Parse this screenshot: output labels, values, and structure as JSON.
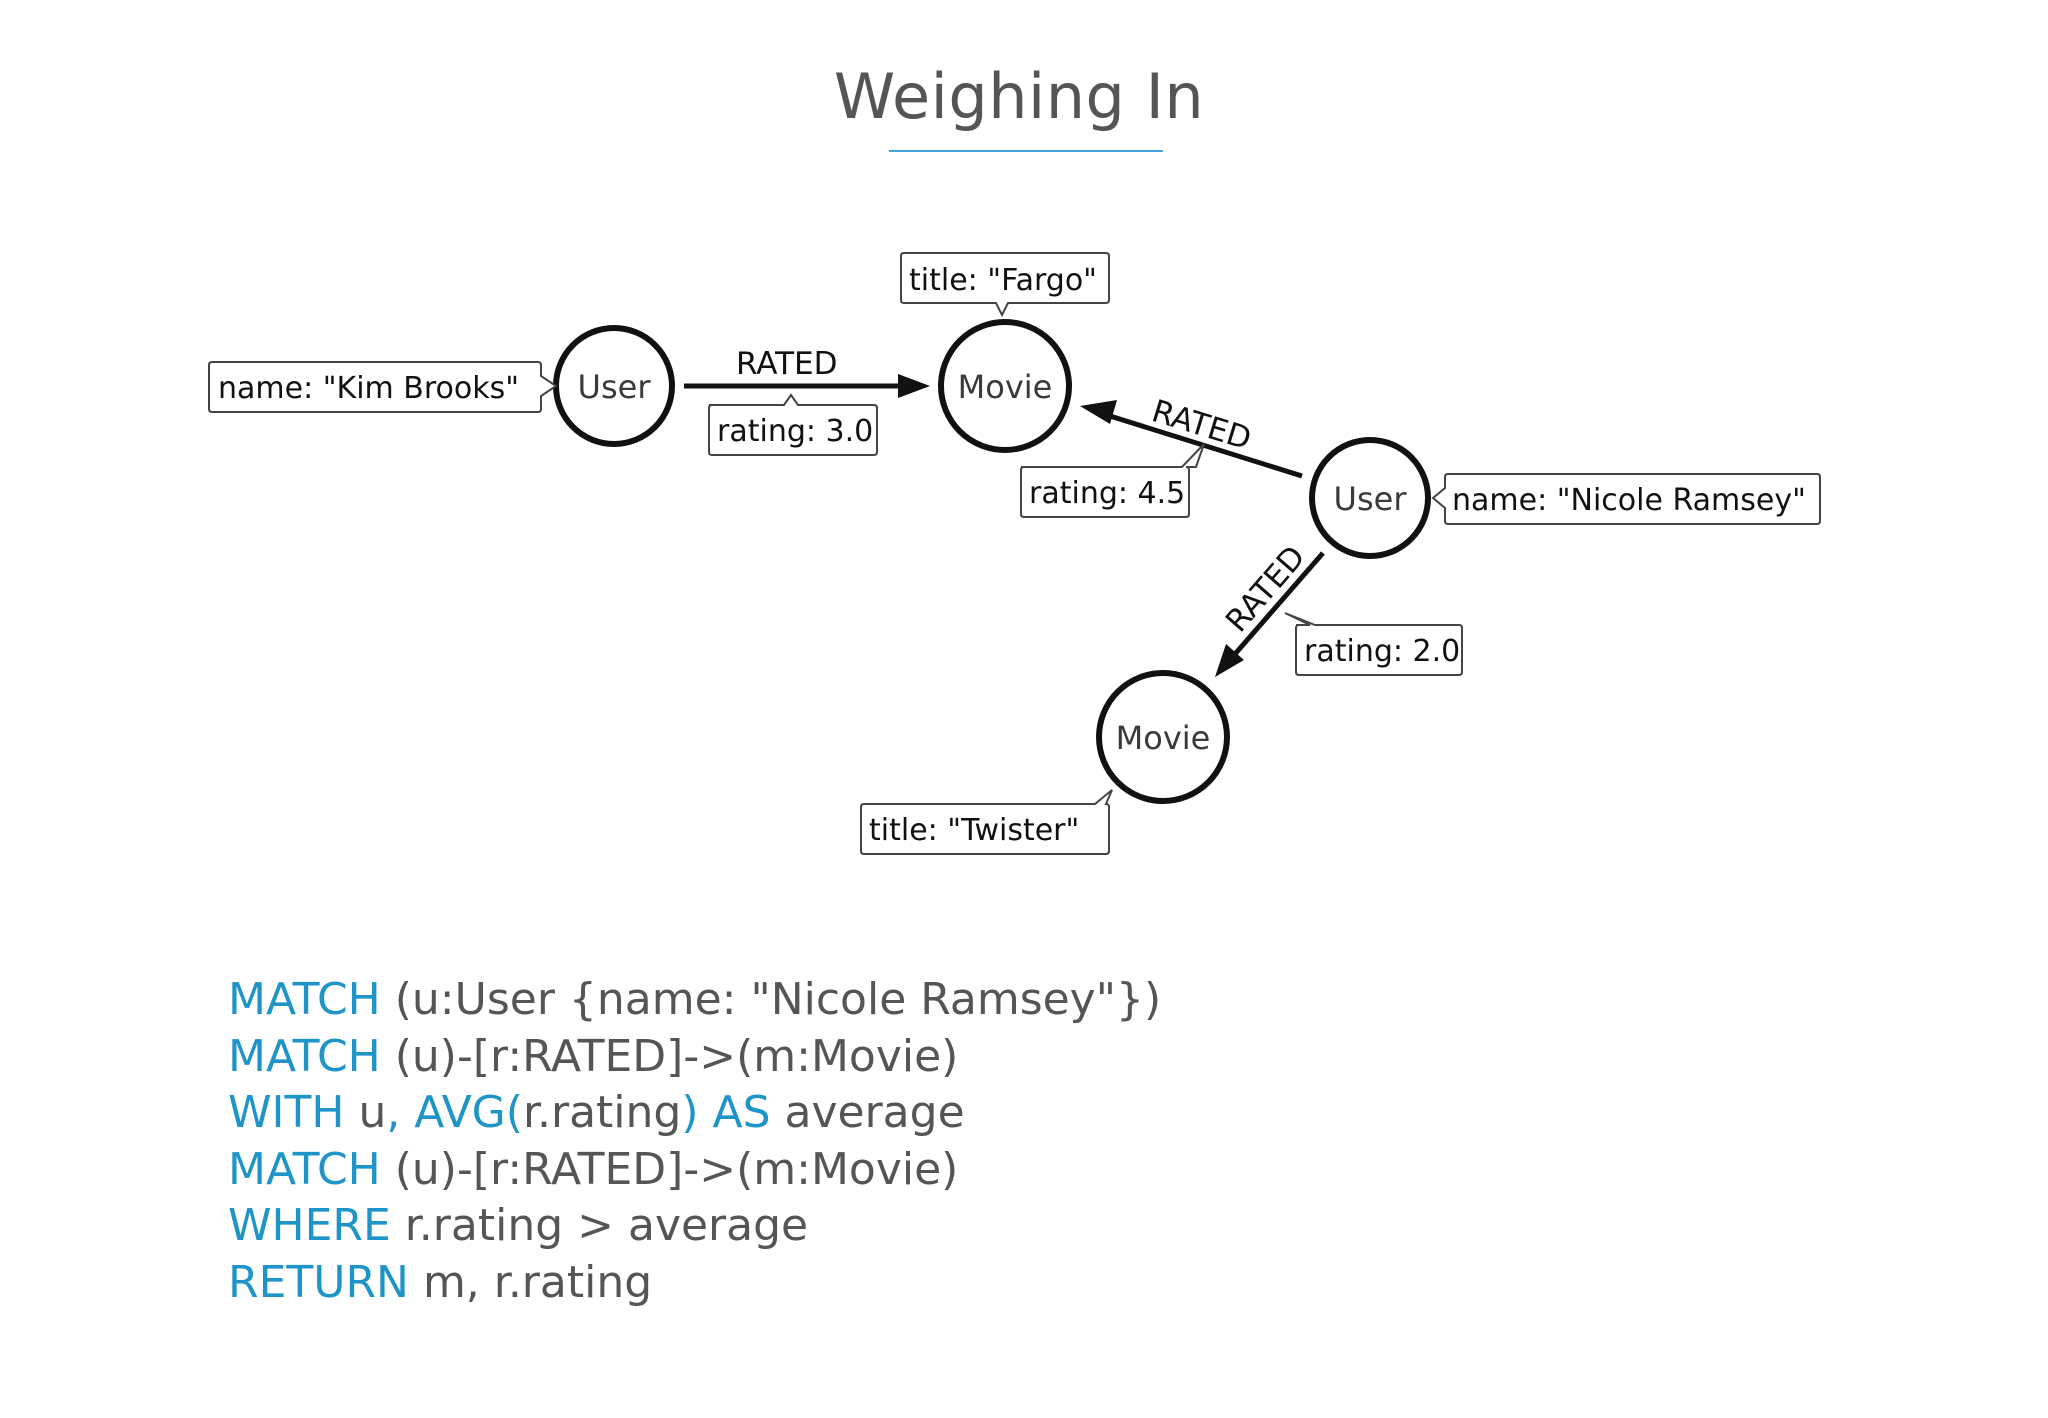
{
  "title": "Weighing In",
  "diagram": {
    "nodes": {
      "kim": {
        "label": "User",
        "prop": "name: \"Kim Brooks\""
      },
      "fargo": {
        "label": "Movie",
        "prop": "title: \"Fargo\""
      },
      "nicole": {
        "label": "User",
        "prop": "name: \"Nicole Ramsey\""
      },
      "twister": {
        "label": "Movie",
        "prop": "title: \"Twister\""
      }
    },
    "relationships": {
      "kim_fargo": {
        "type": "RATED",
        "prop": "rating: 3.0"
      },
      "nicole_fargo": {
        "type": "RATED",
        "prop": "rating: 4.5"
      },
      "nicole_twister": {
        "type": "RATED",
        "prop": "rating: 2.0"
      }
    }
  },
  "query": {
    "lines": [
      [
        {
          "t": "MATCH",
          "kw": true
        },
        {
          "t": " (u:User {name: \"Nicole Ramsey\"})",
          "kw": false
        }
      ],
      [
        {
          "t": "MATCH",
          "kw": true
        },
        {
          "t": " (u)-[r:RATED]->(m:Movie)",
          "kw": false
        }
      ],
      [
        {
          "t": "WITH",
          "kw": true
        },
        {
          "t": " u",
          "kw": false
        },
        {
          "t": ", AVG(",
          "kw": true
        },
        {
          "t": "r.rating",
          "kw": false
        },
        {
          "t": ") AS",
          "kw": true
        },
        {
          "t": " average",
          "kw": false
        }
      ],
      [
        {
          "t": "MATCH",
          "kw": true
        },
        {
          "t": " (u)-[r:RATED]->(m:Movie)",
          "kw": false
        }
      ],
      [
        {
          "t": "WHERE",
          "kw": true
        },
        {
          "t": " r.rating > average",
          "kw": false
        }
      ],
      [
        {
          "t": "RETURN",
          "kw": true
        },
        {
          "t": " m, r.rating",
          "kw": false
        }
      ]
    ]
  },
  "colors": {
    "keyword": "#1e94c9",
    "text": "#555555",
    "rule": "#3fa4dc"
  }
}
